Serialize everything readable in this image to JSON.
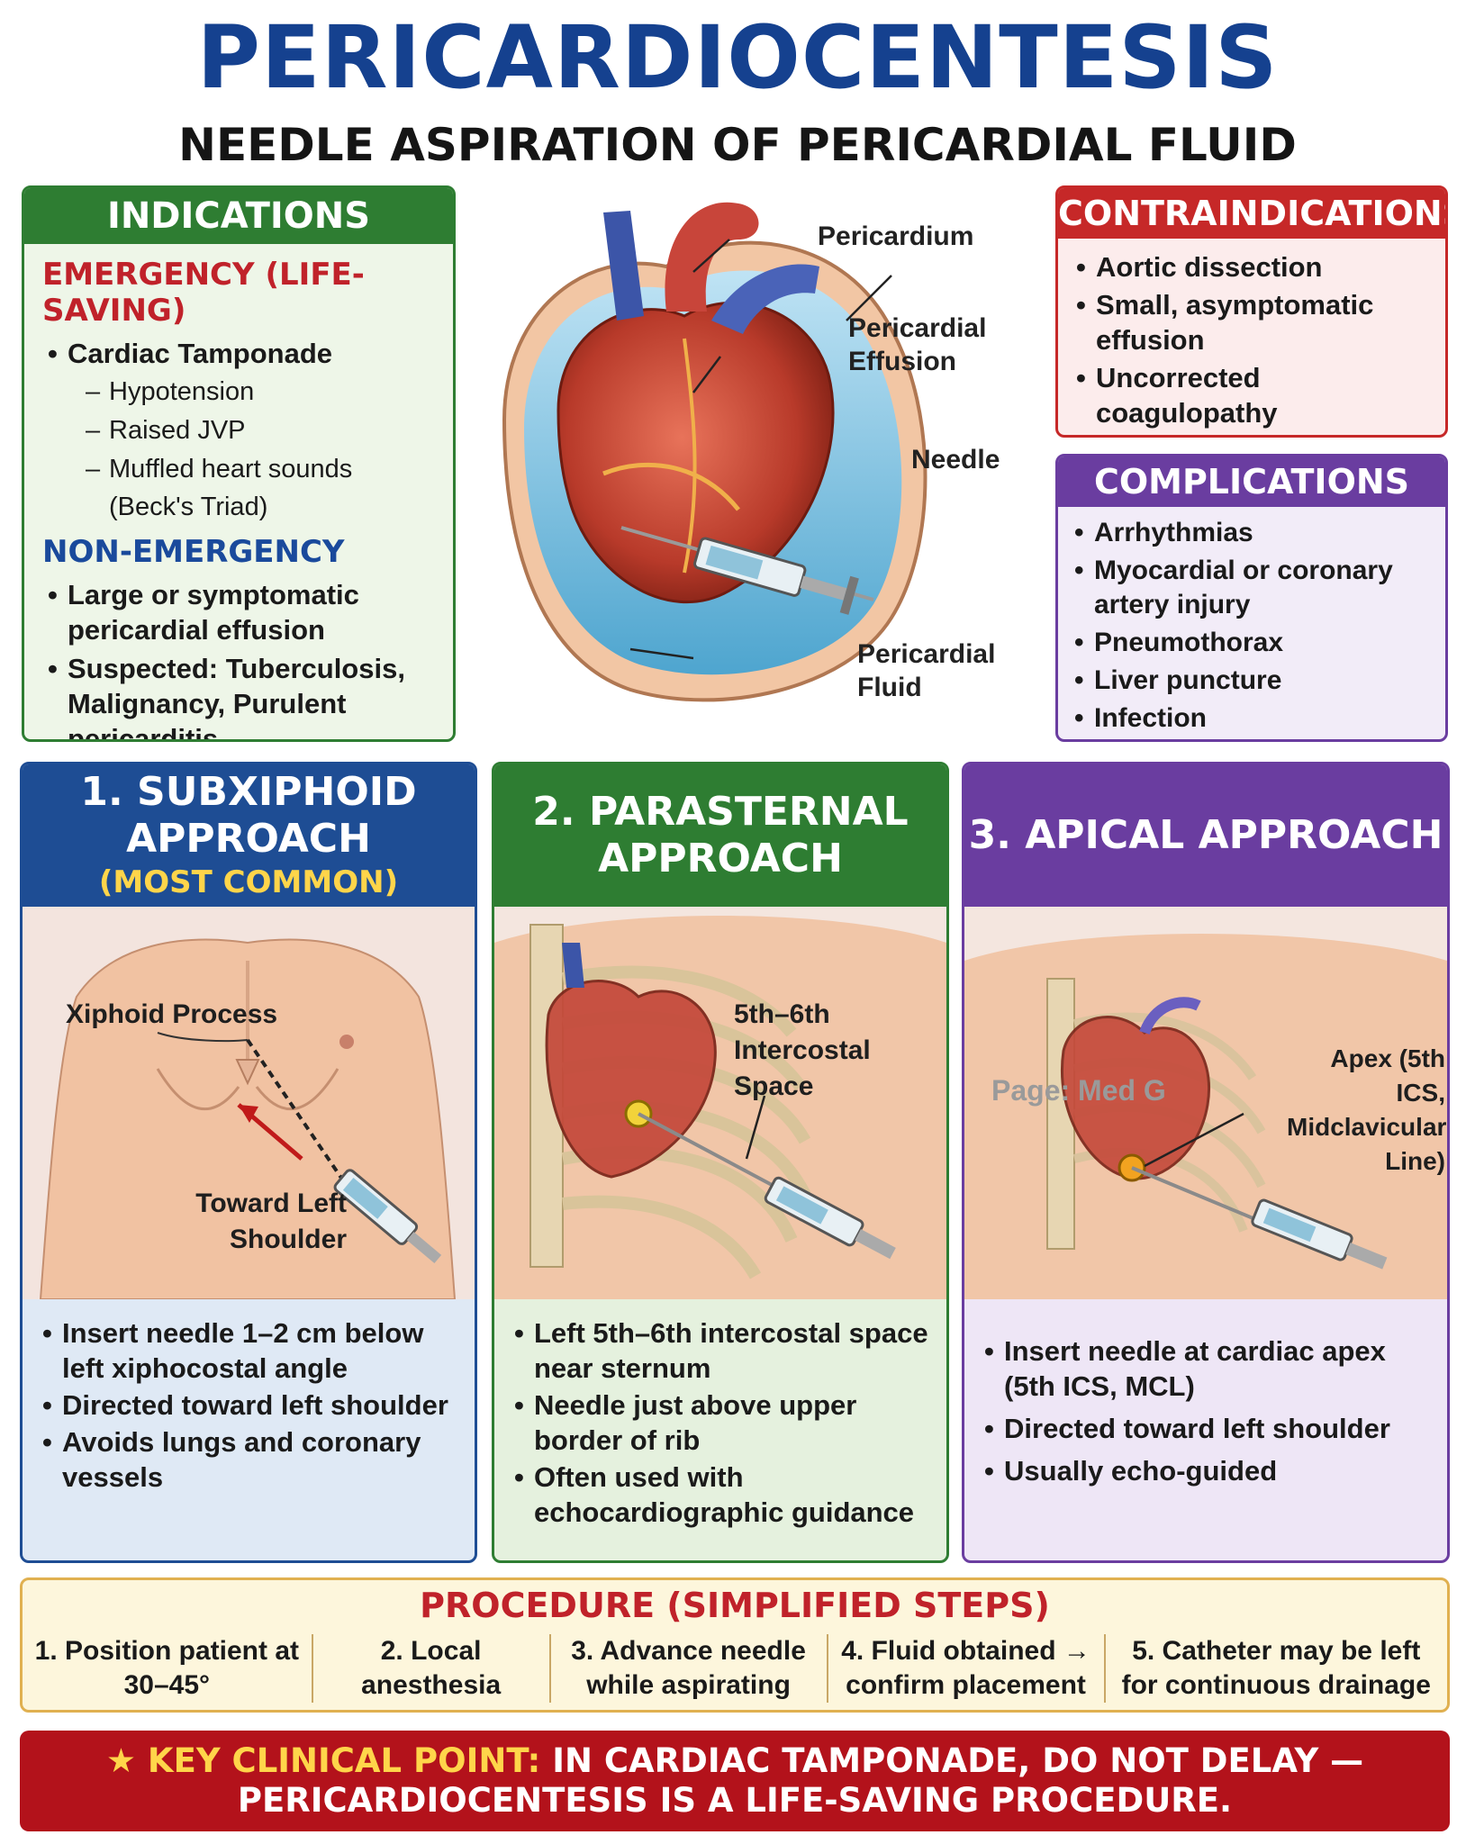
{
  "title": "PERICARDIOCENTESIS",
  "subtitle": "NEEDLE ASPIRATION OF PERICARDIAL FLUID",
  "indications": {
    "heading": "INDICATIONS",
    "emergency_heading": "EMERGENCY (LIFE-SAVING)",
    "emergency_item": "Cardiac Tamponade",
    "emergency_subitems": [
      "Hypotension",
      "Raised JVP",
      "Muffled heart sounds"
    ],
    "emergency_note": "(Beck's Triad)",
    "non_emergency_heading": "NON-EMERGENCY",
    "non_emergency_items": [
      "Large or symptomatic pericardial effusion",
      "Suspected: Tuberculosis, Malignancy, Purulent pericarditis"
    ]
  },
  "heart_labels": {
    "pericardium": "Pericardium",
    "effusion": "Pericardial Effusion",
    "needle": "Needle",
    "fluid": "Pericardial Fluid"
  },
  "contraindications": {
    "heading": "CONTRAINDICATIONS",
    "items": [
      "Aortic dissection",
      "Small, asymptomatic effusion",
      "Uncorrected coagulopathy"
    ]
  },
  "complications": {
    "heading": "COMPLICATIONS",
    "items": [
      "Arrhythmias",
      "Myocardial or coronary artery injury",
      "Pneumothorax",
      "Liver puncture",
      "Infection"
    ]
  },
  "approaches": [
    {
      "line1": "1. SUBXIPHOID",
      "line2": "APPROACH",
      "note": "(MOST COMMON)",
      "label_a": "Xiphoid Process",
      "label_b": "Toward Left Shoulder",
      "items": [
        "Insert needle 1–2 cm below left xiphocostal angle",
        "Directed toward left shoulder",
        "Avoids lungs and coronary vessels"
      ]
    },
    {
      "line1": "2. PARASTERNAL",
      "line2": "APPROACH",
      "label_a": "5th–6th Intercostal Space",
      "items": [
        "Left 5th–6th intercostal space near sternum",
        "Needle just above upper border of rib",
        "Often used with echocardiographic guidance"
      ]
    },
    {
      "line1": "3. APICAL APPROACH",
      "label_a": "Apex (5th ICS, Midclavicular Line)",
      "watermark": "Page: Med G",
      "items": [
        "Insert needle at cardiac apex (5th ICS, MCL)",
        "Directed toward left shoulder",
        "Usually echo-guided"
      ]
    }
  ],
  "procedure": {
    "heading": "PROCEDURE (SIMPLIFIED STEPS)",
    "steps": [
      "1. Position patient at 30–45°",
      "2. Local anesthesia",
      "3. Advance needle while aspirating",
      "4. Fluid obtained → confirm placement",
      "5. Catheter may be left for continuous drainage"
    ]
  },
  "key_point": {
    "star": "★",
    "label": "KEY CLINICAL POINT:",
    "line1": "IN CARDIAC TAMPONADE, DO NOT DELAY —",
    "line2": "PERICARDIOCENTESIS IS A LIFE-SAVING PROCEDURE."
  },
  "colors": {
    "title_blue": "#15418f",
    "green": "#2e7d32",
    "red": "#c62828",
    "purple": "#6a3da0",
    "navy": "#1e4d94",
    "gold": "#ffd54a"
  }
}
